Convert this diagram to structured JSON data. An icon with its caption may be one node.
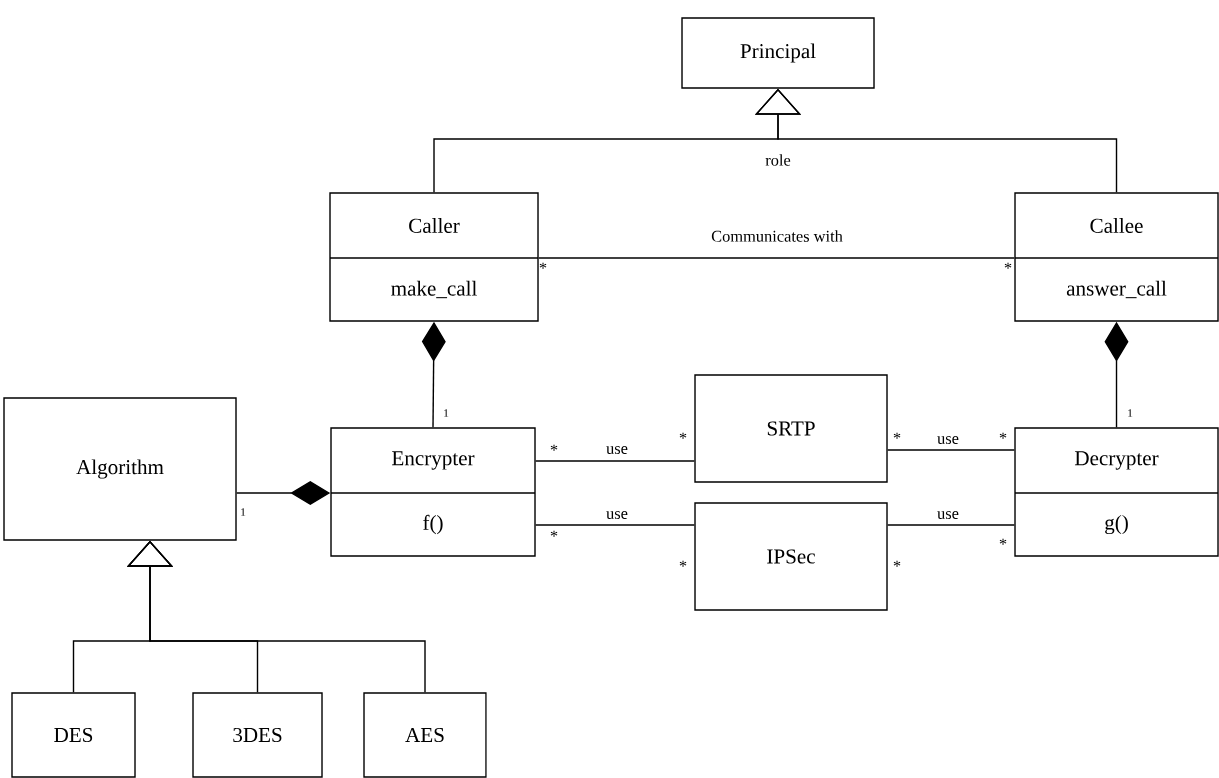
{
  "diagram": {
    "nodes": [
      {
        "text": [
          "Principal"
        ]
      },
      {
        "text": [
          "Caller",
          "make_call"
        ]
      },
      {
        "text": [
          "Callee",
          "answer_call"
        ]
      },
      {
        "text": [
          "Encrypter",
          "f()"
        ]
      },
      {
        "text": [
          "SRTP"
        ]
      },
      {
        "text": [
          "IPSec"
        ]
      },
      {
        "text": [
          "Decrypter",
          "g()"
        ]
      },
      {
        "text": [
          "Algorithm"
        ]
      },
      {
        "text": [
          "DES"
        ]
      },
      {
        "text": [
          "3DES"
        ]
      },
      {
        "text": [
          "AES"
        ]
      }
    ],
    "edges": [
      {
        "from": 1,
        "to": 0,
        "arrow": "to"
      },
      {
        "from": 2,
        "to": 0,
        "arrow": "to"
      },
      {
        "from": 1,
        "to": 2,
        "arrow": "none",
        "label": "Communicates with"
      },
      {
        "from": 3,
        "to": 1,
        "arrow": "other"
      },
      {
        "from": 6,
        "to": 2,
        "arrow": "other"
      },
      {
        "from": 7,
        "to": 3,
        "arrow": "other"
      },
      {
        "from": 3,
        "to": 4,
        "arrow": "none",
        "label": "use"
      },
      {
        "from": 3,
        "to": 5,
        "arrow": "none",
        "label": "use"
      },
      {
        "from": 4,
        "to": 6,
        "arrow": "none",
        "label": "use"
      },
      {
        "from": 5,
        "to": 6,
        "arrow": "none",
        "label": "use"
      },
      {
        "from": 8,
        "to": 7,
        "arrow": "to"
      },
      {
        "from": 9,
        "to": 7,
        "arrow": "to"
      },
      {
        "from": 10,
        "to": 7,
        "arrow": "to"
      }
    ],
    "labels": [
      "role",
      "*",
      "*",
      "1",
      "1",
      "*",
      "*",
      "*",
      "*",
      "1",
      "*",
      "*",
      "*",
      "*"
    ]
  }
}
